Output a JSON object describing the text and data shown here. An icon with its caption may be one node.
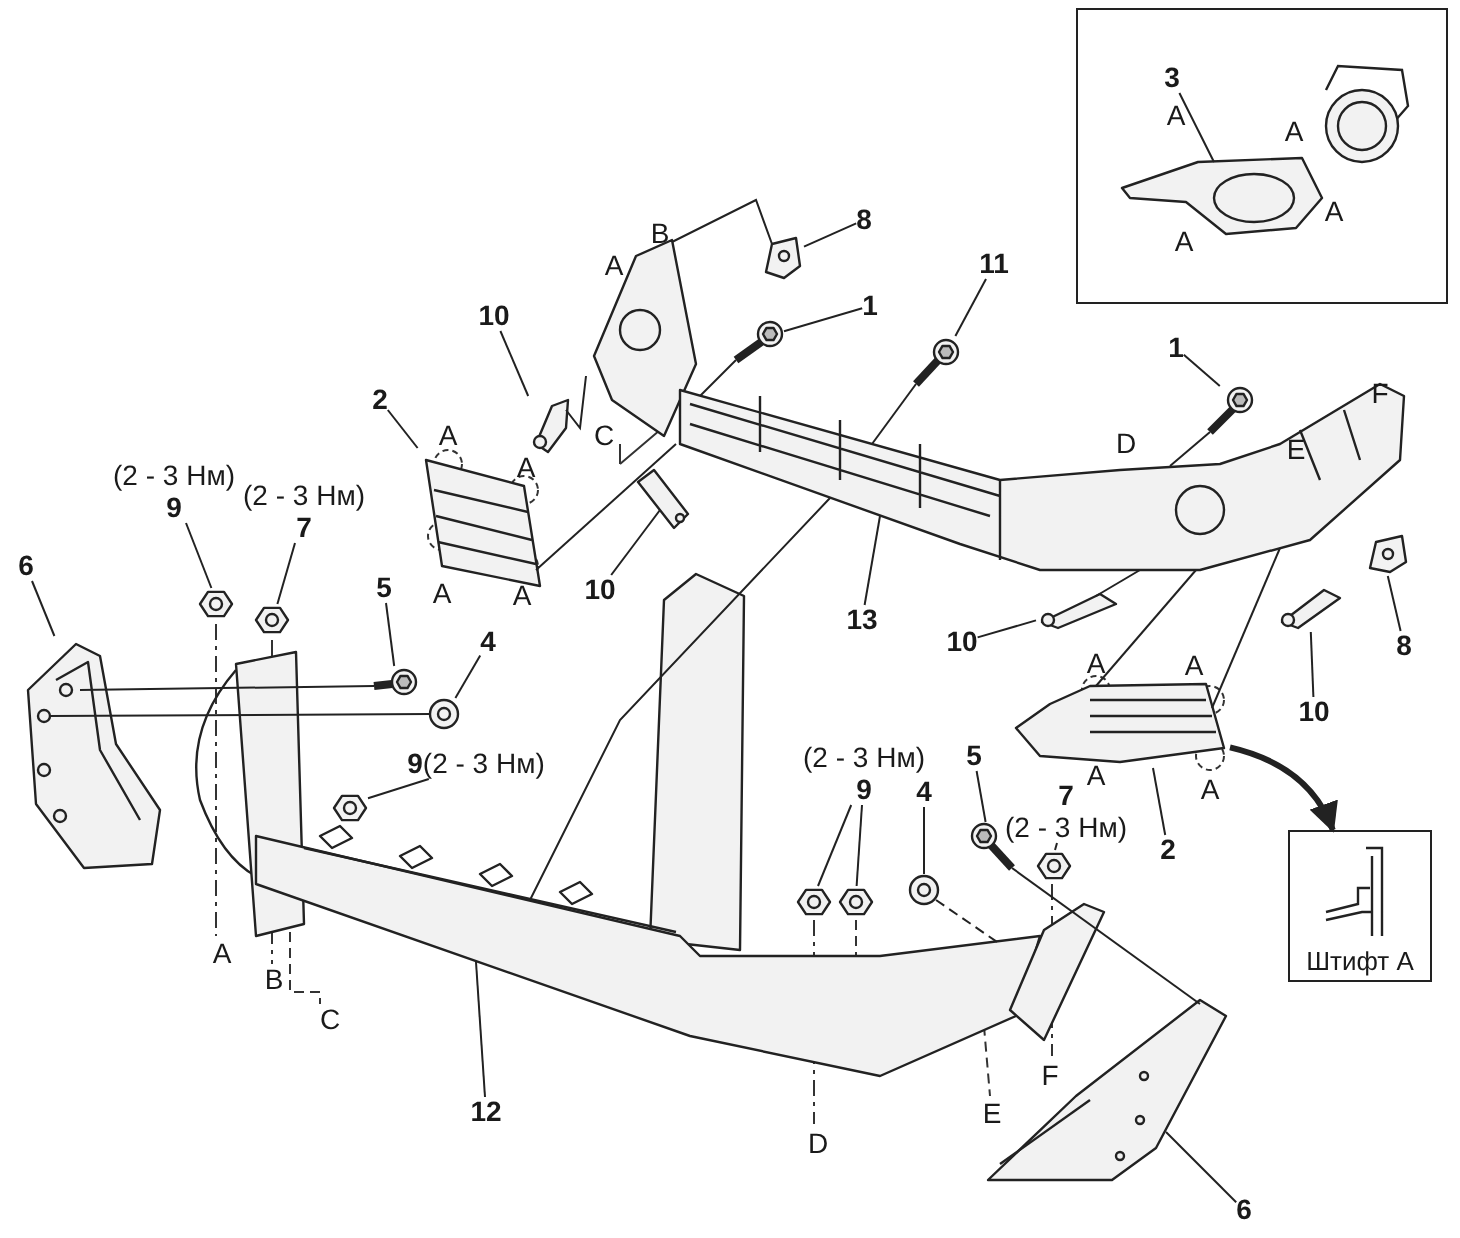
{
  "diagram": {
    "nodes": [
      {
        "text": [],
        "shape": "box"
      },
      {
        "text": [
          "3"
        ],
        "in": 0
      },
      {
        "text": [],
        "shape": "picture",
        "in": 0
      },
      {
        "text": [
          "8"
        ]
      },
      {
        "text": [
          "11"
        ]
      },
      {
        "text": [
          "1"
        ]
      },
      {
        "text": [
          "1"
        ]
      },
      {
        "text": [
          "10"
        ]
      },
      {
        "text": [
          "2"
        ]
      },
      {
        "text": [
          "9"
        ],
        "beside": [
          "(2 - 3 Нм)"
        ]
      },
      {
        "text": [
          "7"
        ],
        "beside": [
          "(2 - 3 Нм)"
        ]
      },
      {
        "text": [
          "6"
        ]
      },
      {
        "text": [
          "5"
        ]
      },
      {
        "text": [
          "4"
        ]
      },
      {
        "text": [
          "10"
        ]
      },
      {
        "text": [
          "13"
        ]
      },
      {
        "text": [
          "10"
        ]
      },
      {
        "text": [
          "10"
        ]
      },
      {
        "text": [
          "8"
        ]
      },
      {
        "text": [
          "9"
        ],
        "beside": [
          "(2 - 3 Нм)"
        ]
      },
      {
        "text": [
          "9"
        ],
        "beside": [
          "(2 - 3 Нм)"
        ]
      },
      {
        "text": [
          "4"
        ]
      },
      {
        "text": [
          "5"
        ]
      },
      {
        "text": [
          "7"
        ],
        "beside": [
          "(2 - 3 Нм)"
        ]
      },
      {
        "text": [
          "2"
        ]
      },
      {
        "text": [
          "Штифт A"
        ]
      },
      {
        "text": [
          "12"
        ]
      },
      {
        "text": [
          "6"
        ]
      },
      {
        "text": [],
        "shape": "picture"
      },
      {
        "text": [],
        "shape": "picture"
      },
      {
        "text": [],
        "shape": "picture"
      },
      {
        "text": [],
        "shape": "picture"
      },
      {
        "text": [],
        "shape": "picture"
      },
      {
        "text": [],
        "shape": "picture"
      },
      {
        "text": [],
        "shape": "picture"
      },
      {
        "text": [],
        "shape": "picture"
      },
      {
        "text": [],
        "shape": "picture"
      },
      {
        "text": [],
        "shape": "picture"
      },
      {
        "text": [],
        "shape": "picture"
      },
      {
        "text": [],
        "shape": "picture"
      },
      {
        "text": [],
        "shape": "picture"
      },
      {
        "text": [],
        "shape": "picture"
      },
      {
        "text": [],
        "shape": "picture"
      },
      {
        "text": [],
        "shape": "picture"
      },
      {
        "text": [],
        "shape": "picture"
      },
      {
        "text": [],
        "shape": "picture"
      },
      {
        "text": [],
        "shape": "picture"
      },
      {
        "text": [],
        "shape": "picture"
      },
      {
        "text": [],
        "shape": "picture"
      },
      {
        "text": [],
        "shape": "picture"
      },
      {
        "text": [],
        "shape": "picture"
      },
      {
        "text": [],
        "shape": "picture"
      },
      {
        "text": [],
        "shape": "picture"
      }
    ],
    "edges": [
      {
        "from": 3,
        "to": 28,
        "arrow": "none"
      },
      {
        "from": 4,
        "to": 29,
        "arrow": "none"
      },
      {
        "from": 5,
        "to": 30,
        "arrow": "none"
      },
      {
        "from": 6,
        "to": 31,
        "arrow": "none"
      },
      {
        "from": 7,
        "to": 32,
        "arrow": "none"
      },
      {
        "from": 8,
        "to": 33,
        "arrow": "none"
      },
      {
        "from": 9,
        "to": 34,
        "arrow": "none"
      },
      {
        "from": 10,
        "to": 35,
        "arrow": "none"
      },
      {
        "from": 11,
        "to": 36,
        "arrow": "none"
      },
      {
        "from": 12,
        "to": 37,
        "arrow": "none"
      },
      {
        "from": 13,
        "to": 38,
        "arrow": "none"
      },
      {
        "from": 14,
        "to": 39,
        "arrow": "none"
      },
      {
        "from": 15,
        "to": 40,
        "arrow": "none"
      },
      {
        "from": 16,
        "to": 41,
        "arrow": "none"
      },
      {
        "from": 17,
        "to": 42,
        "arrow": "none"
      },
      {
        "from": 18,
        "to": 43,
        "arrow": "none"
      },
      {
        "from": 19,
        "to": 44,
        "arrow": "none"
      },
      {
        "from": 20,
        "to": 45,
        "arrow": "none"
      },
      {
        "from": 20,
        "to": 46,
        "arrow": "none"
      },
      {
        "from": 21,
        "to": 47,
        "arrow": "none"
      },
      {
        "from": 22,
        "to": 48,
        "arrow": "none"
      },
      {
        "from": 23,
        "to": 49,
        "arrow": "none"
      },
      {
        "from": 24,
        "to": 50,
        "arrow": "none"
      },
      {
        "from": 26,
        "to": 51,
        "arrow": "none"
      },
      {
        "from": 27,
        "to": 52,
        "arrow": "none"
      },
      {
        "from": 1,
        "to": 2,
        "arrow": "none"
      },
      {
        "from": 50,
        "to": 25,
        "arrow": "to",
        "style": "thick"
      },
      {
        "from": 36,
        "to": 37,
        "arrow": "none"
      },
      {
        "from": 36,
        "to": 38,
        "arrow": "none"
      },
      {
        "from": 48,
        "to": 52,
        "arrow": "none"
      },
      {
        "from": 47,
        "to": 51,
        "arrow": "none",
        "style": "dashed"
      },
      {
        "from": 33,
        "to": 40,
        "arrow": "none"
      },
      {
        "from": 50,
        "to": 40,
        "arrow": "none"
      },
      {
        "from": 50,
        "to": 40,
        "arrow": "none"
      },
      {
        "from": 41,
        "to": 40,
        "arrow": "none"
      },
      {
        "from": 29,
        "to": 40,
        "arrow": "none"
      },
      {
        "from": 30,
        "to": 40,
        "arrow": "none"
      },
      {
        "from": 31,
        "to": 40,
        "arrow": "none"
      },
      {
        "from": 28,
        "to": 40,
        "arrow": "none"
      },
      {
        "from": 32,
        "to": 40,
        "arrow": "none"
      },
      {
        "from": 40,
        "to": 51,
        "arrow": "none"
      }
    ],
    "labels": [
      "A",
      "A",
      "A",
      "A",
      "B",
      "A",
      "F",
      "A",
      "C",
      "D",
      "E",
      "A",
      "A",
      "A",
      "A",
      "A",
      "A",
      "A",
      "A",
      "B",
      "C",
      "F",
      "E",
      "D"
    ]
  }
}
